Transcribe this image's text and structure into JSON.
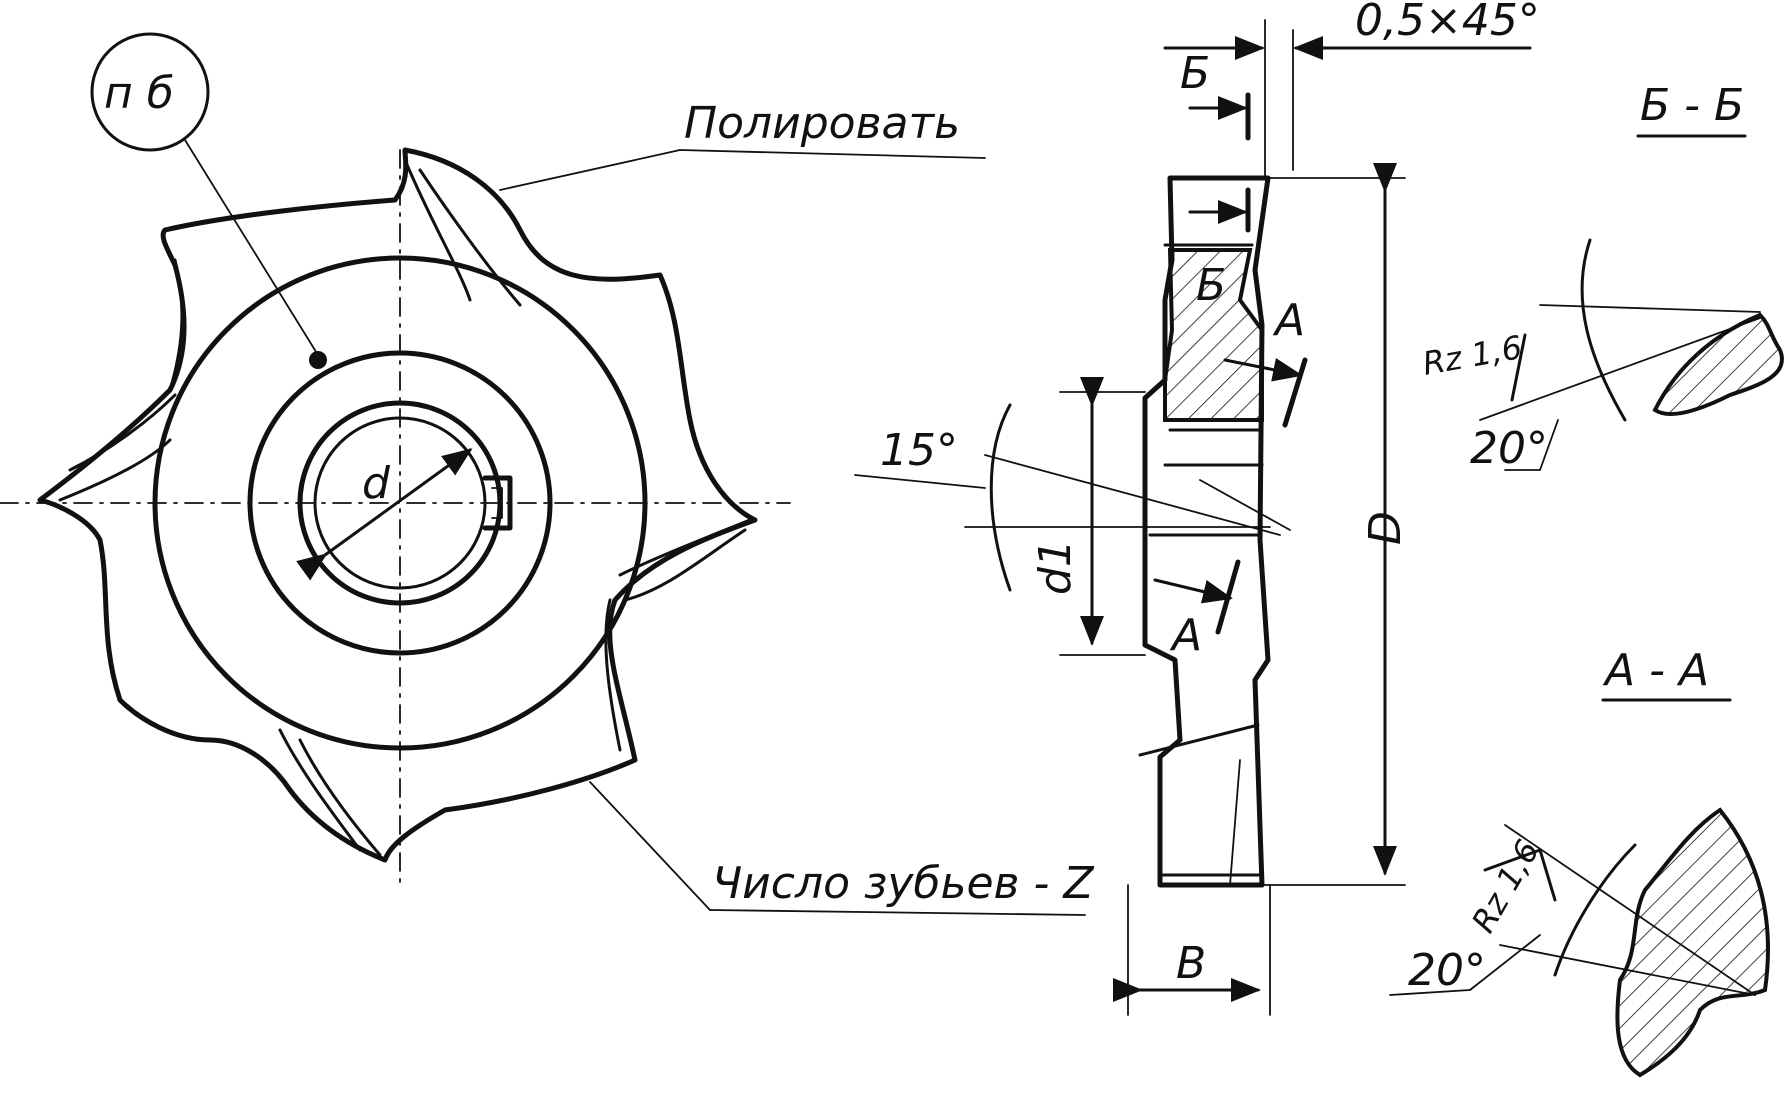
{
  "main_view": {
    "callout": "п б",
    "polish_note": "Полировать",
    "teeth_note": "Число зубьев - Z",
    "bore_label": "d"
  },
  "side_view": {
    "chamfer": "0,5×45°",
    "angle": "15°",
    "section_b": "Б",
    "section_a": "А",
    "hub_label": "d1",
    "diameter_label": "D",
    "width_label": "B"
  },
  "section_bb": {
    "title": "Б - Б",
    "roughness": "Rz 1,6",
    "angle": "20°"
  },
  "section_aa": {
    "title": "А - А",
    "roughness": "Rz 1,6",
    "angle": "20°"
  },
  "colors": {
    "ink": "#111111",
    "paper": "#ffffff"
  }
}
